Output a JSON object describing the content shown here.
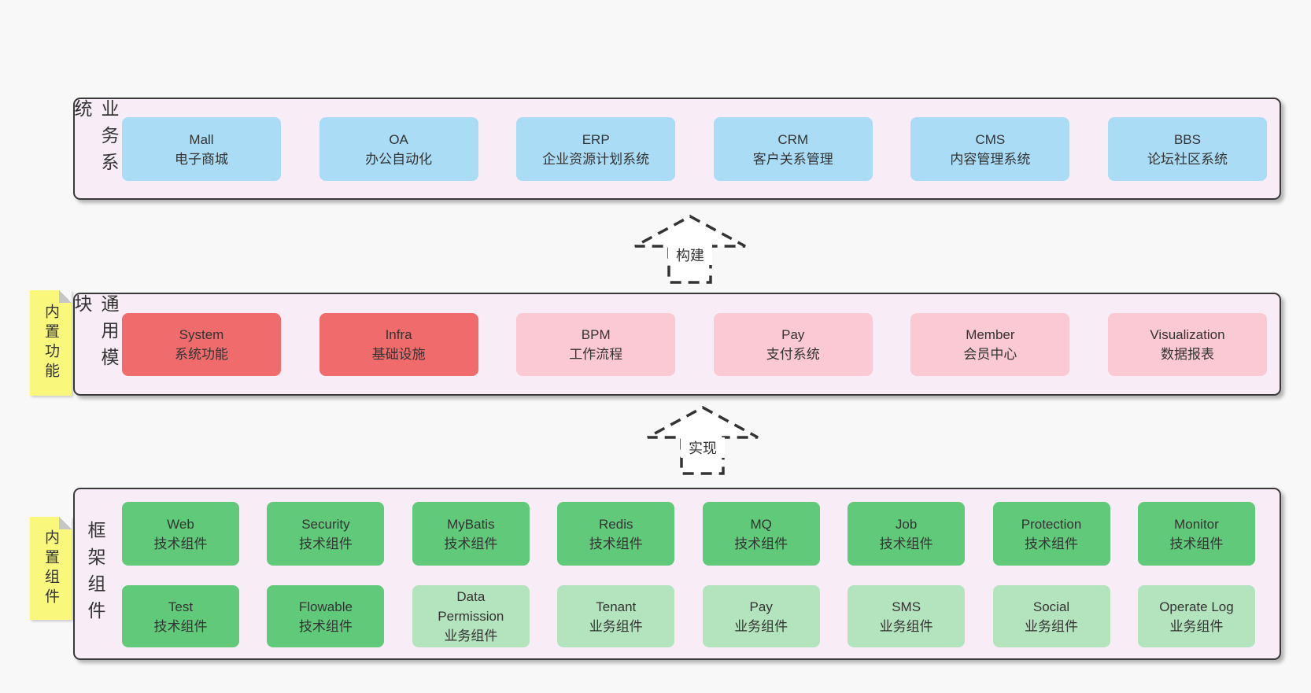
{
  "palette": {
    "page_bg": "#f8f8f8",
    "layer_bg": "#f8edf6",
    "layer_border": "#3a3a3a",
    "blue_box": "#aadcf5",
    "red_box": "#f06b6b",
    "pink_box": "#fbc9d3",
    "green_box": "#61c97a",
    "light_green_box": "#b3e4bd",
    "note_yellow": "#f9f87d",
    "text": "#333333"
  },
  "arrows": [
    {
      "label": "构建"
    },
    {
      "label": "实现"
    }
  ],
  "layers": [
    {
      "label": "业务系统",
      "boxes": [
        {
          "en": "Mall",
          "cn": "电子商城"
        },
        {
          "en": "OA",
          "cn": "办公自动化"
        },
        {
          "en": "ERP",
          "cn": "企业资源计划系统"
        },
        {
          "en": "CRM",
          "cn": "客户关系管理"
        },
        {
          "en": "CMS",
          "cn": "内容管理系统"
        },
        {
          "en": "BBS",
          "cn": "论坛社区系统"
        }
      ]
    },
    {
      "label": "通用模块",
      "note": "内置功能",
      "boxes": [
        {
          "en": "System",
          "cn": "系统功能"
        },
        {
          "en": "Infra",
          "cn": "基础设施"
        },
        {
          "en": "BPM",
          "cn": "工作流程"
        },
        {
          "en": "Pay",
          "cn": "支付系统"
        },
        {
          "en": "Member",
          "cn": "会员中心"
        },
        {
          "en": "Visualization",
          "cn": "数据报表"
        }
      ]
    },
    {
      "label": "框架组件",
      "note": "内置组件",
      "rows": [
        [
          {
            "en": "Web",
            "cn": "技术组件"
          },
          {
            "en": "Security",
            "cn": "技术组件"
          },
          {
            "en": "MyBatis",
            "cn": "技术组件"
          },
          {
            "en": "Redis",
            "cn": "技术组件"
          },
          {
            "en": "MQ",
            "cn": "技术组件"
          },
          {
            "en": "Job",
            "cn": "技术组件"
          },
          {
            "en": "Protection",
            "cn": "技术组件"
          },
          {
            "en": "Monitor",
            "cn": "技术组件"
          }
        ],
        [
          {
            "en": "Test",
            "cn": "技术组件"
          },
          {
            "en": "Flowable",
            "cn": "技术组件"
          },
          {
            "en": "Data Permission",
            "cn": "业务组件"
          },
          {
            "en": "Tenant",
            "cn": "业务组件"
          },
          {
            "en": "Pay",
            "cn": "业务组件"
          },
          {
            "en": "SMS",
            "cn": "业务组件"
          },
          {
            "en": "Social",
            "cn": "业务组件"
          },
          {
            "en": "Operate Log",
            "cn": "业务组件"
          }
        ]
      ]
    }
  ]
}
